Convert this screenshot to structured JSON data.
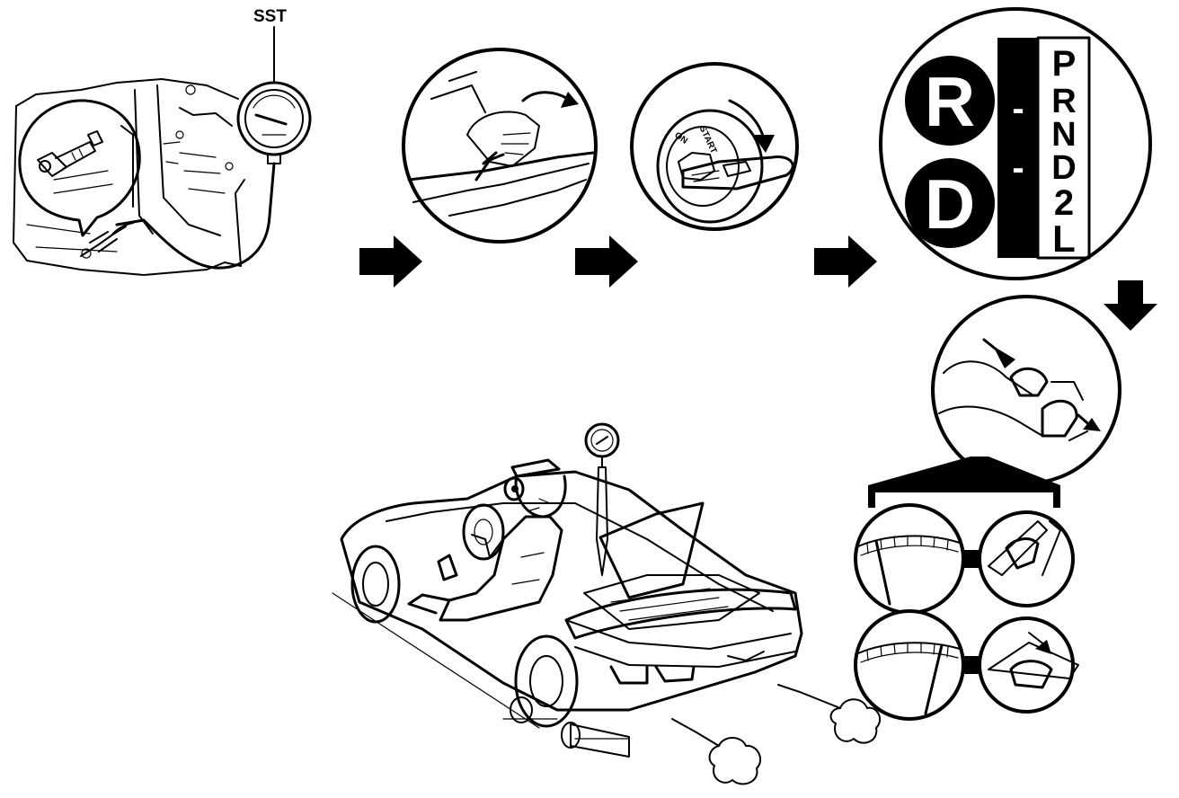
{
  "labels": {
    "gauge_tool": "SST"
  },
  "shift_diagram": {
    "reverse_badge": "R",
    "drive_badge": "D",
    "dash_1": "-",
    "dash_2": "-",
    "quadrant": [
      "P",
      "R",
      "N",
      "D",
      "2",
      "L"
    ]
  },
  "ignition": {
    "on_text": "ON",
    "start_text": "START"
  },
  "arrows": {
    "direction_icons": [
      "right-arrow",
      "right-arrow",
      "right-arrow",
      "down-arrow"
    ]
  }
}
